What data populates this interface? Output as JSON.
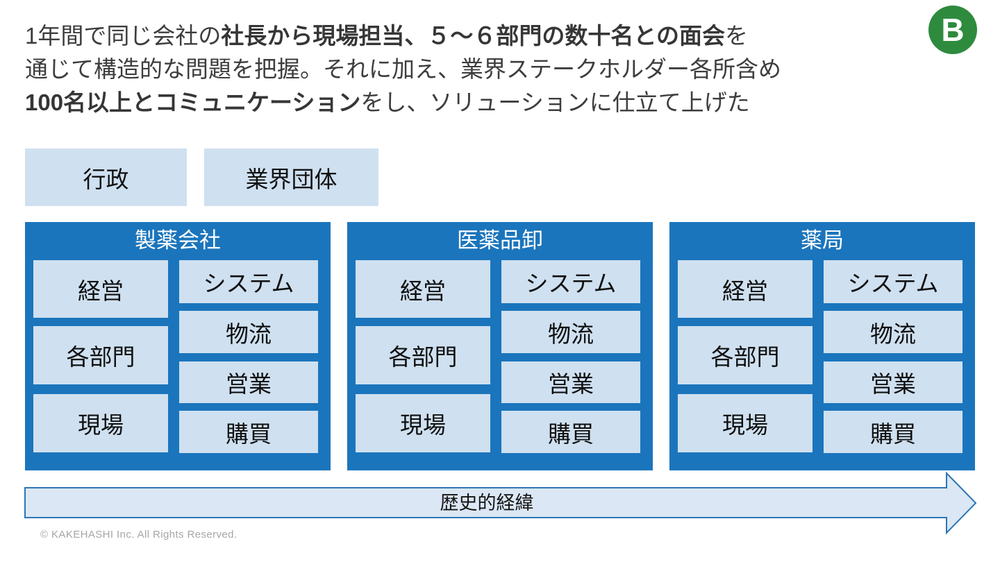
{
  "title": {
    "line1_pre": "1年間で同じ会社の",
    "line1_bold": "社長から現場担当、５～６部門の数十名との面会",
    "line1_post": "を",
    "line2": "通じて構造的な問題を把握。それに加え、業界ステークホルダー各所含め",
    "line3_bold": "100名以上とコミュニケーション",
    "line3_post": "をし、ソリューションに仕立て上げた"
  },
  "badge": {
    "label": "B",
    "color": "#2e8b3e"
  },
  "stakeholders": [
    {
      "label": "行政"
    },
    {
      "label": "業界団体"
    }
  ],
  "orgs": [
    {
      "title": "製薬会社",
      "left": [
        "経営",
        "各部門",
        "現場"
      ],
      "right": [
        "システム",
        "物流",
        "営業",
        "購買"
      ]
    },
    {
      "title": "医薬品卸",
      "left": [
        "経営",
        "各部門",
        "現場"
      ],
      "right": [
        "システム",
        "物流",
        "営業",
        "購買"
      ]
    },
    {
      "title": "薬局",
      "left": [
        "経営",
        "各部門",
        "現場"
      ],
      "right": [
        "システム",
        "物流",
        "営業",
        "購買"
      ]
    }
  ],
  "arrow": {
    "label": "歴史的経緯"
  },
  "footer": {
    "copyright": "© KAKEHASHI Inc. All Rights Reserved."
  },
  "colors": {
    "container_blue": "#1b75bc",
    "box_light_blue": "#cfe0f0",
    "arrow_fill": "#dbe7f4",
    "arrow_border": "#2e75b6",
    "badge_green": "#2e8b3e",
    "title_text": "#3d3d3d",
    "footer_text": "#a6a6a6"
  }
}
